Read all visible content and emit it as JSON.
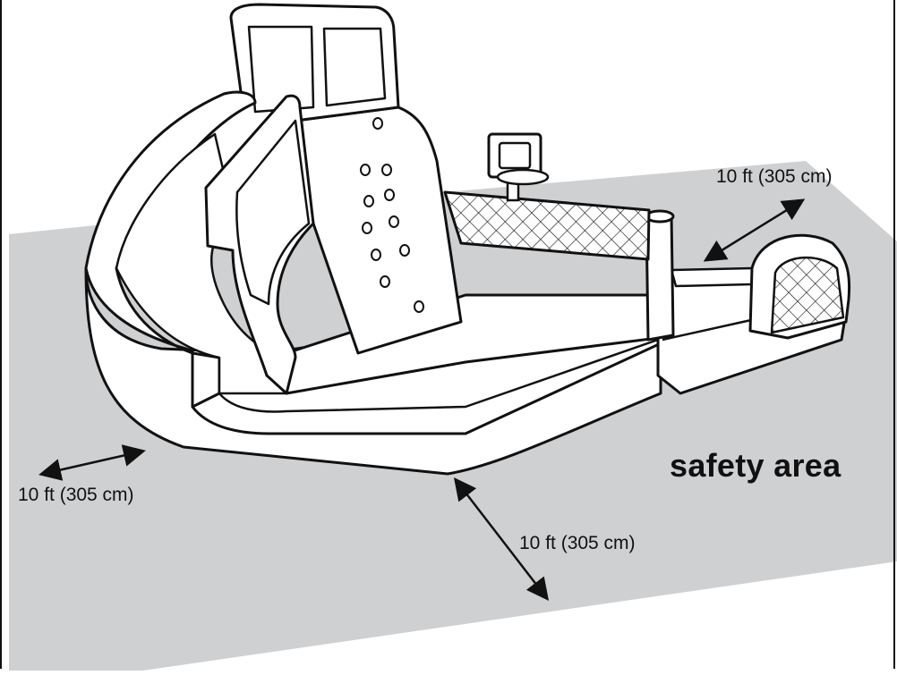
{
  "labels": {
    "safety_area": "safety area",
    "dim_top_right": "10 ft (305 cm)",
    "dim_left": "10 ft (305 cm)",
    "dim_front": "10 ft (305 cm)"
  },
  "colors": {
    "safety_area_fill": "#cfd0d2",
    "outline": "#111111",
    "inflatable_fill": "#ffffff"
  }
}
